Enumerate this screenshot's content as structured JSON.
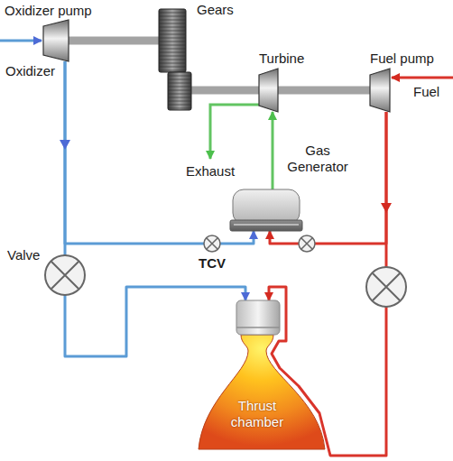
{
  "diagram": {
    "nodes": [
      {
        "text": [
          "Oxidizer pump"
        ]
      },
      {
        "text": [
          "Gears"
        ]
      },
      {
        "text": [
          "Turbine"
        ]
      },
      {
        "text": [
          "Fuel pump"
        ]
      },
      {
        "text": [
          "Gas Generator"
        ]
      },
      {
        "text": [
          "Thrust chamber"
        ]
      }
    ],
    "edges": [
      {
        "from": 0,
        "to": 1,
        "arrow": "none"
      },
      {
        "from": 1,
        "to": 2,
        "arrow": "none"
      },
      {
        "from": 2,
        "to": 3,
        "arrow": "none"
      },
      {
        "from": 4,
        "to": 2,
        "arrow": "to"
      },
      {
        "from": 0,
        "to": 4,
        "arrow": "to"
      },
      {
        "from": 0,
        "to": 5,
        "arrow": "to"
      },
      {
        "from": 3,
        "to": 4,
        "arrow": "to"
      },
      {
        "from": 3,
        "to": 5,
        "arrow": "to"
      }
    ],
    "labels": [
      "Oxidizer",
      "Fuel",
      "Exhaust",
      "Valve",
      "TCV"
    ]
  }
}
